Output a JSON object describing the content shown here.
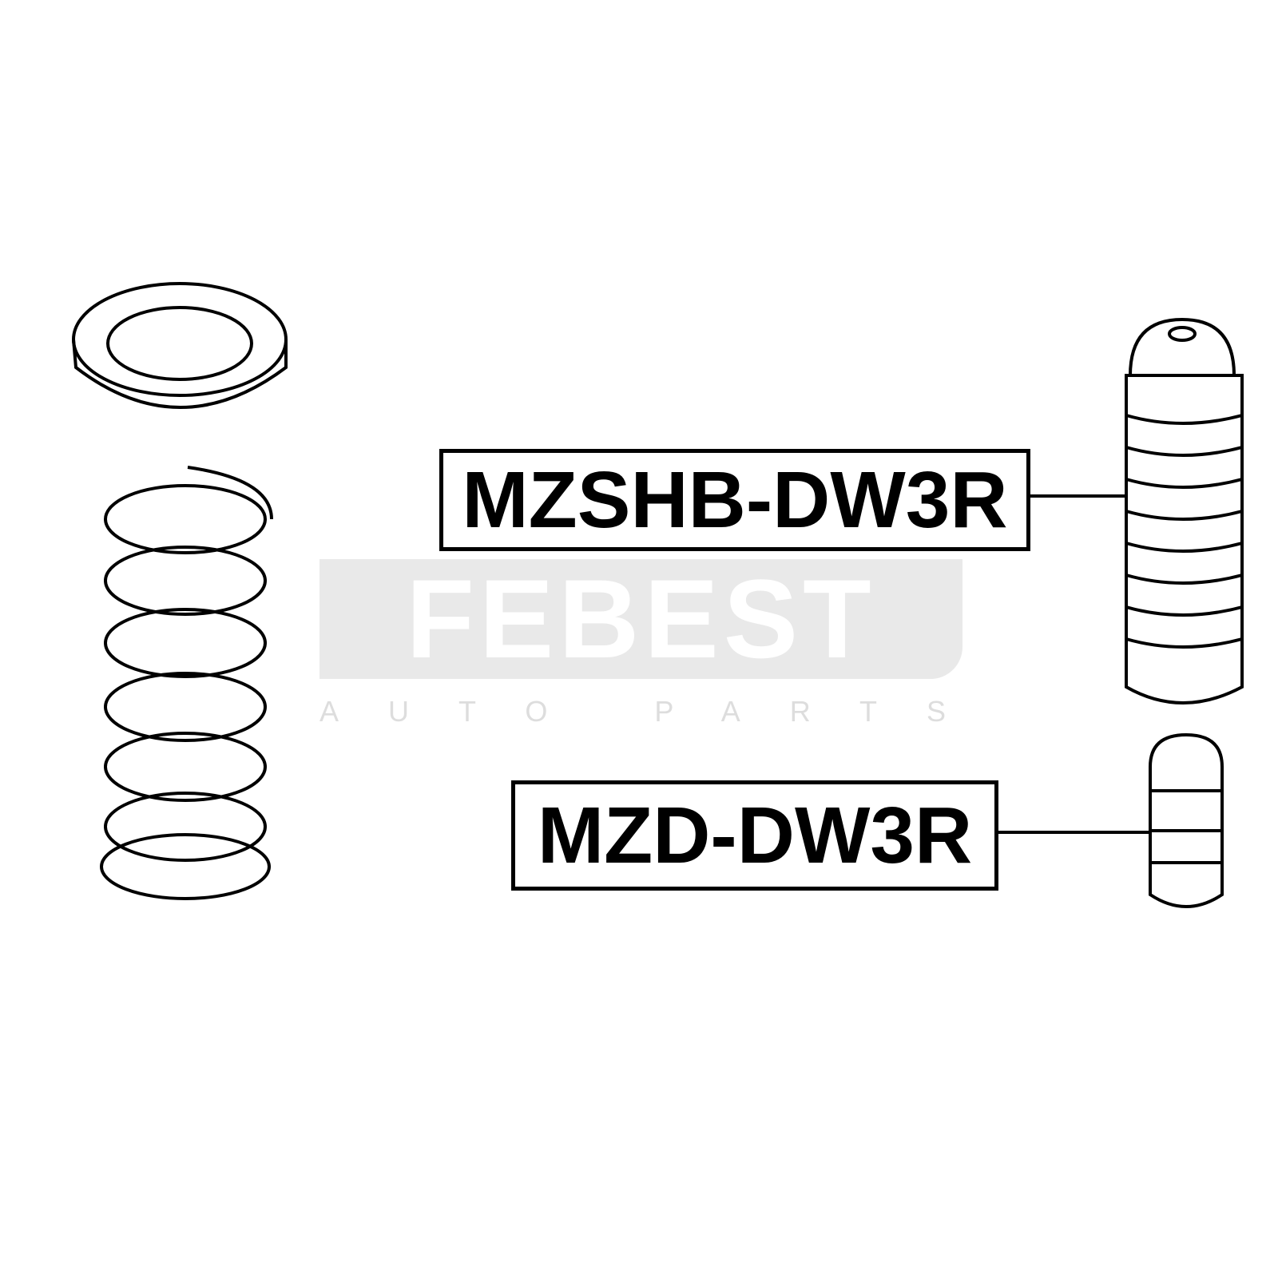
{
  "watermark": {
    "brand": "FEBEST",
    "tagline": "AUTO PARTS"
  },
  "labels": [
    {
      "part": "MZSHB-DW3R"
    },
    {
      "part": "MZD-DW3R"
    }
  ]
}
